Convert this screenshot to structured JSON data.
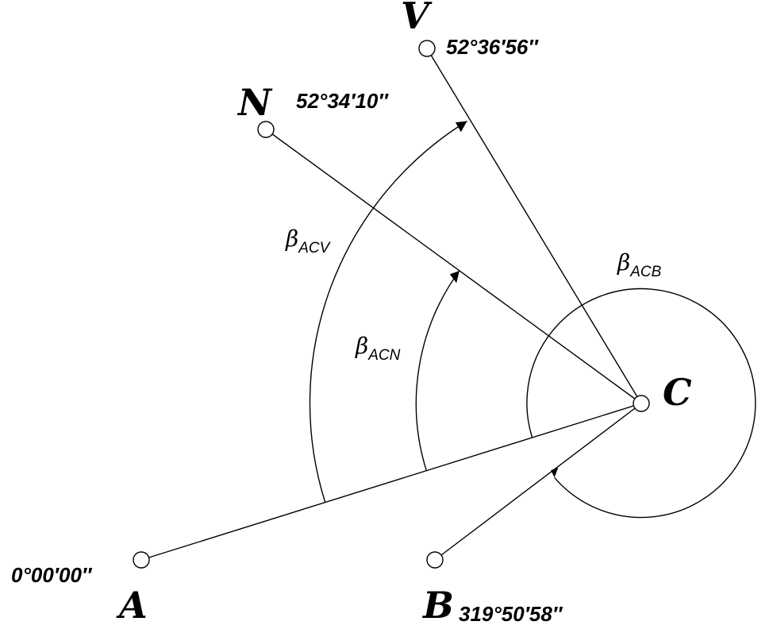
{
  "points": {
    "A": {
      "label": "A",
      "angle": "0°00′00″"
    },
    "B": {
      "label": "B",
      "angle": "319°50′58″"
    },
    "C": {
      "label": "C"
    },
    "N": {
      "label": "N",
      "angle": "52°34′10″"
    },
    "V": {
      "label": "V",
      "angle": "52°36′56″"
    }
  },
  "angles": {
    "acv": {
      "symbol": "β",
      "subscript": "ACV"
    },
    "acn": {
      "symbol": "β",
      "subscript": "ACN"
    },
    "acb": {
      "symbol": "β",
      "subscript": "ACB"
    }
  }
}
